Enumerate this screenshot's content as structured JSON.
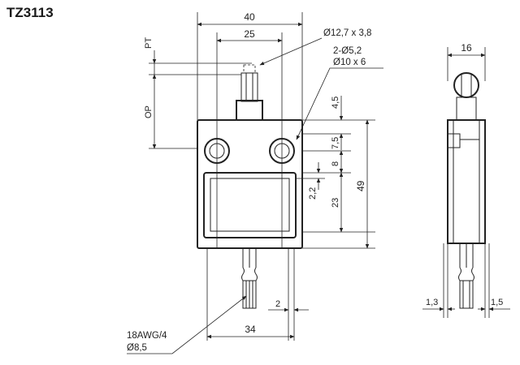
{
  "title": "TZ3113",
  "front_view": {
    "labels": {
      "width_40": "40",
      "hole_spacing_25": "25",
      "roller": "Ø12,7 x 3,8",
      "holes": "2-Ø5,2",
      "counterbore": "Ø10 x 6",
      "pt": "PT",
      "op": "OP"
    },
    "right_dims": {
      "d45": "4,5",
      "d75": "7,5",
      "d8": "8",
      "d22": "2,2",
      "d23": "23",
      "d49": "49"
    },
    "bottom_dims": {
      "d2": "2",
      "d34": "34"
    },
    "cable": {
      "line1": "18AWG/4",
      "line2": "Ø8,5"
    }
  },
  "side_view": {
    "width_16": "16",
    "left_13": "1,3",
    "right_15": "1,5"
  }
}
